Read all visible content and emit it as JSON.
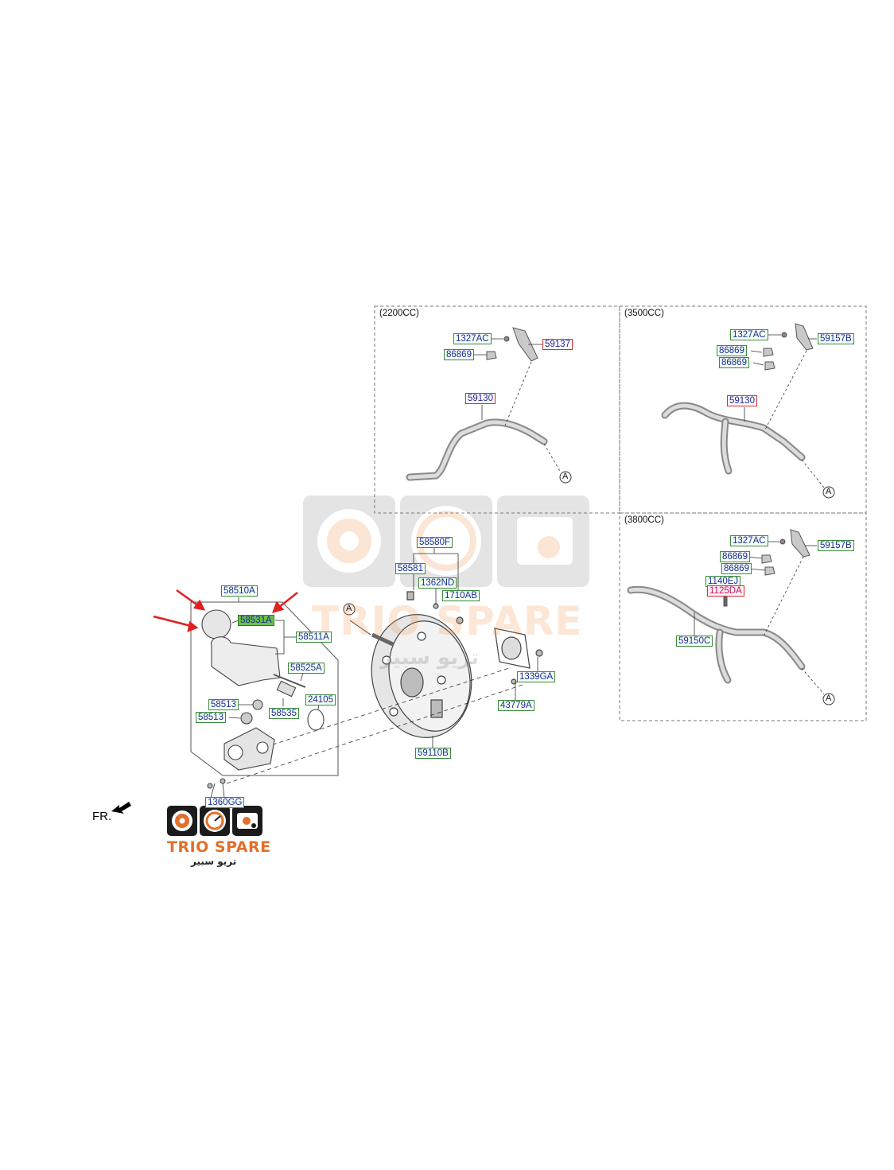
{
  "sections": [
    {
      "id": "s2200",
      "title": "(2200CC)"
    },
    {
      "id": "s3500",
      "title": "(3500CC)"
    },
    {
      "id": "s3800",
      "title": "(3800CC)"
    }
  ],
  "callout_marker": "A",
  "direction_label": "FR.",
  "brand": {
    "name": "TRIO SPARE",
    "name_ar": "تريو سبير",
    "accent_color": "#e2702a",
    "icon_names": [
      "brake-disc-icon",
      "speedometer-icon",
      "engine-icon"
    ]
  },
  "watermark": {
    "name": "TRIO SPARE",
    "name_ar": "تريو سبير"
  },
  "highlight_arrows_color": "#e02020",
  "parts": [
    {
      "code": "1327AC",
      "style": "blue"
    },
    {
      "code": "86869",
      "style": "blue"
    },
    {
      "code": "59137",
      "style": "red"
    },
    {
      "code": "59130",
      "style": "red"
    },
    {
      "code": "1327AC",
      "style": "blue"
    },
    {
      "code": "59157B",
      "style": "blue"
    },
    {
      "code": "86869",
      "style": "blue"
    },
    {
      "code": "86869",
      "style": "blue"
    },
    {
      "code": "59130",
      "style": "red"
    },
    {
      "code": "1327AC",
      "style": "blue"
    },
    {
      "code": "59157B",
      "style": "blue"
    },
    {
      "code": "86869",
      "style": "blue"
    },
    {
      "code": "86869",
      "style": "blue"
    },
    {
      "code": "1140EJ",
      "style": "blue"
    },
    {
      "code": "1125DA",
      "style": "pink"
    },
    {
      "code": "59150C",
      "style": "blue"
    },
    {
      "code": "58580F",
      "style": "blue"
    },
    {
      "code": "58581",
      "style": "blue"
    },
    {
      "code": "1362ND",
      "style": "blue"
    },
    {
      "code": "1710AB",
      "style": "blue"
    },
    {
      "code": "58510A",
      "style": "blue"
    },
    {
      "code": "58531A",
      "style": "green"
    },
    {
      "code": "58511A",
      "style": "blue"
    },
    {
      "code": "58525A",
      "style": "blue"
    },
    {
      "code": "58513",
      "style": "blue"
    },
    {
      "code": "58513",
      "style": "blue"
    },
    {
      "code": "58535",
      "style": "blue"
    },
    {
      "code": "24105",
      "style": "blue"
    },
    {
      "code": "1339GA",
      "style": "blue"
    },
    {
      "code": "43779A",
      "style": "blue"
    },
    {
      "code": "59110B",
      "style": "blue"
    },
    {
      "code": "1360GG",
      "style": "blue"
    }
  ]
}
